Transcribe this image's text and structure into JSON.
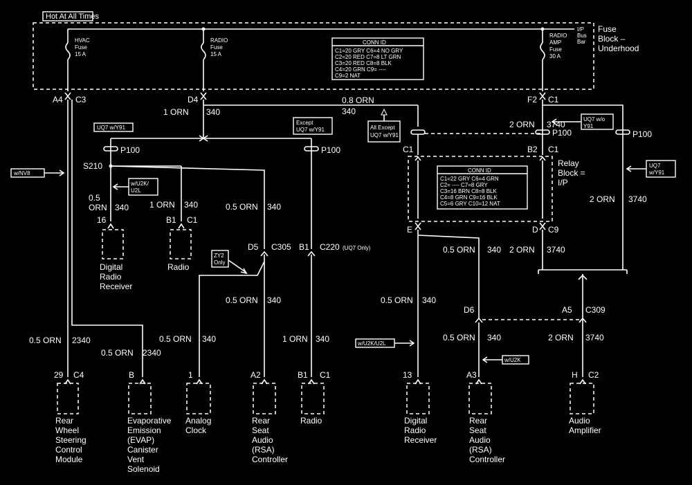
{
  "header": {
    "hot_label": "Hot At All Times"
  },
  "fuse_block": {
    "label1": "Fuse",
    "label2": "Block –",
    "label3": "Underhood",
    "bus1": "I/P",
    "bus2": "Bus",
    "bus3": "Bar"
  },
  "fuses": [
    {
      "l1": "HVAC",
      "l2": "Fuse",
      "l3": "15 A"
    },
    {
      "l1": "RADIO",
      "l2": "Fuse",
      "l3": "15 A"
    },
    {
      "l1": "RADIO",
      "l2": "AMP",
      "l3": "Fuse",
      "l4": "30 A"
    }
  ],
  "conn_id_1": {
    "title": "CONN ID",
    "rows": [
      "C1=20 GRY   C6=4 NO GRY",
      "C2=20 RED   C7=8 LT GRN",
      "C3=20 RED   C8=8 BLK",
      "C4=20 GRN   C9= ----",
      "                  C9=2 NAT"
    ]
  },
  "conn_id_2": {
    "title": "CONN ID",
    "rows": [
      "C1=22 GRY   C6=4 GRN",
      "C2= ----       C7=8 GRY",
      "C3=16 BRN   C8=8 BLK",
      "C4=8 GRN    C9=16 BLK",
      "C5=6 GRY    C10=12 NAT"
    ]
  },
  "pins": {
    "a4": "A4",
    "c3": "C3",
    "d4": "D4",
    "f2": "F2",
    "c1a": "C1",
    "c1b": "C1",
    "b2": "B2",
    "c1c": "C1",
    "e": "E",
    "d": "D",
    "c9": "C9",
    "d5": "D5",
    "c305": "C305",
    "b1": "B1",
    "c220": "C220",
    "c220_note": "(UQ7 Only)",
    "d6": "D6",
    "a5": "A5",
    "c309": "C309",
    "s210": "S210",
    "p100a": "P100",
    "p100b": "P100",
    "p100c": "P100",
    "p100d": "P100"
  },
  "notes": {
    "uq7_wy91": "UQ7 w/Y91",
    "except1": "Except",
    "except2": "UQ7 w/Y91",
    "all_except1": "All Except",
    "all_except2": "UQ7 w/Y91",
    "uq7_wo1": "UQ7 w/o",
    "uq7_wo2": "Y91",
    "uq7_w1": "UQ7",
    "uq7_w2": "w/Y91",
    "wnv8": "w/NV8",
    "wu2k1": "w/U2K/",
    "wu2k2": "U2L",
    "zy2_1": "ZY2",
    "zy2_2": "Only",
    "wu2k_u2l": "w/U2K/U2L",
    "wu2k": "w/U2K"
  },
  "relay_block": {
    "l1": "Relay",
    "l2": "Block =",
    "l3": "I/P"
  },
  "wires": {
    "w1": "0.8 ORN",
    "w1n": "340",
    "w2": "1 ORN",
    "w2n": "340",
    "w3": "2 ORN",
    "w3n": "3740",
    "w4a": "0.5",
    "w4b": "ORN",
    "w4n": "340",
    "w5": "1 ORN",
    "w5n": "340",
    "w6": "0.5 ORN",
    "w6n": "340",
    "w7": "2 ORN",
    "w7n": "3740",
    "w8": "0.5 ORN",
    "w8n": "340",
    "w9": "2 ORN",
    "w9n": "3740",
    "w10": "0.5 ORN",
    "w10n": "340",
    "w11": "0.5 ORN",
    "w11n": "340",
    "w12": "0.5 ORN",
    "w12n": "2340",
    "w13": "0.5 ORN",
    "w13n": "2340",
    "w14": "0.5 ORN",
    "w14n": "340",
    "w15": "1 ORN",
    "w15n": "340",
    "w16": "0.5 ORN",
    "w16n": "340",
    "w17": "2 ORN",
    "w17n": "3740"
  },
  "top_components": [
    {
      "pin": "16",
      "conn": "",
      "l1": "Digital",
      "l2": "Radio",
      "l3": "Receiver"
    },
    {
      "pin": "B1",
      "conn": "C1",
      "l1": "Radio"
    }
  ],
  "components": [
    {
      "pin": "29",
      "conn": "C4",
      "l1": "Rear",
      "l2": "Wheel",
      "l3": "Steering",
      "l4": "Control",
      "l5": "Module"
    },
    {
      "pin": "B",
      "conn": "",
      "l1": "Evaporative",
      "l2": "Emission",
      "l3": "(EVAP)",
      "l4": "Canister",
      "l5": "Vent",
      "l6": "Solenoid"
    },
    {
      "pin": "1",
      "conn": "",
      "l1": "Analog",
      "l2": "Clock"
    },
    {
      "pin": "A2",
      "conn": "",
      "l1": "Rear",
      "l2": "Seat",
      "l3": "Audio",
      "l4": "(RSA)",
      "l5": "Controller"
    },
    {
      "pin": "B1",
      "conn": "C1",
      "l1": "Radio"
    },
    {
      "pin": "13",
      "conn": "",
      "l1": "Digital",
      "l2": "Radio",
      "l3": "Receiver"
    },
    {
      "pin": "A3",
      "conn": "",
      "l1": "Rear",
      "l2": "Seat",
      "l3": "Audio",
      "l4": "(RSA)",
      "l5": "Controller"
    },
    {
      "pin": "H",
      "conn": "C2",
      "l1": "Audio",
      "l2": "Amplifier"
    }
  ]
}
